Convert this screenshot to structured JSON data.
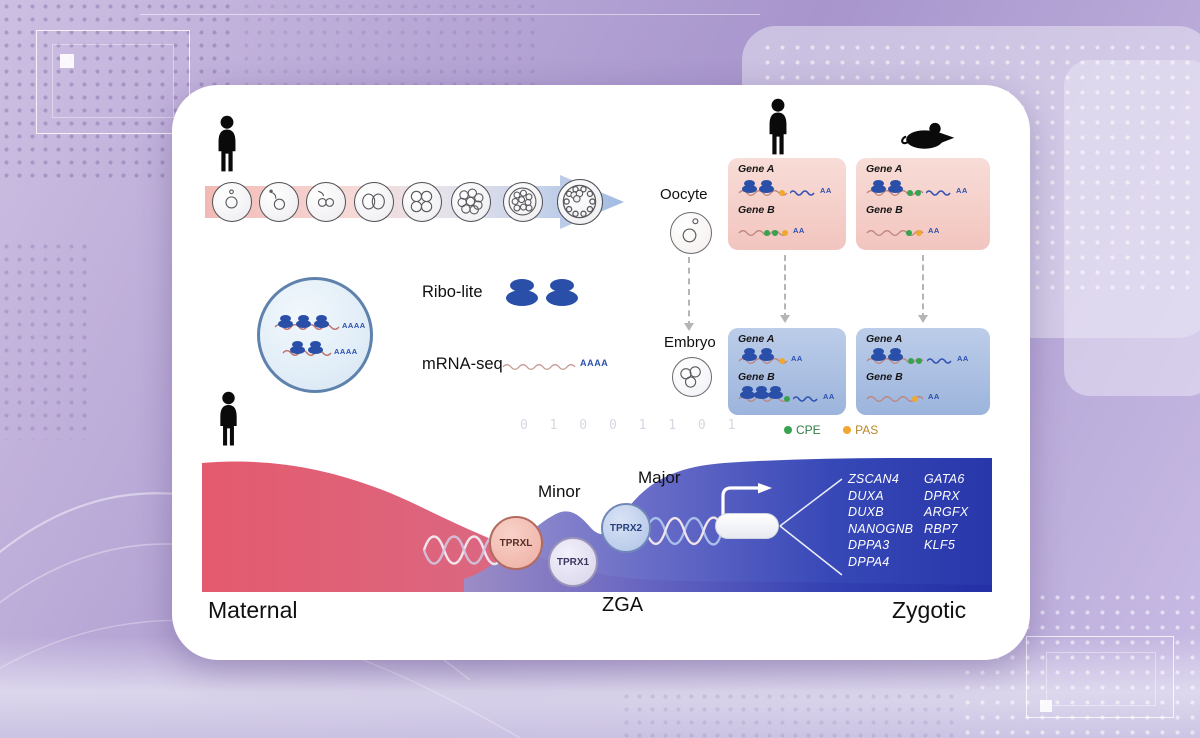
{
  "labels": {
    "ribo_lite": "Ribo-lite",
    "mrna_seq": "mRNA-seq",
    "oocyte": "Oocyte",
    "embryo": "Embryo",
    "gene_a": "Gene A",
    "gene_b": "Gene B",
    "cpe": "CPE",
    "pas": "PAS",
    "minor": "Minor",
    "major": "Major",
    "zga": "ZGA",
    "maternal": "Maternal",
    "zygotic": "Zygotic"
  },
  "factors": {
    "tprxl": "TPRXL",
    "tprx1": "TPRX1",
    "tprx2": "TPRX2"
  },
  "zga_genes": {
    "col1": [
      "ZSCAN4",
      "DUXA",
      "DUXB",
      "NANOGNB",
      "DPPA3",
      "DPPA4"
    ],
    "col2": [
      "GATA6",
      "DPRX",
      "ARGFX",
      "RBP7",
      "KLF5"
    ]
  },
  "polya": {
    "tail_short": "AA",
    "tail": "AAAA"
  },
  "icons": {
    "human": "human-silhouette",
    "mouse": "mouse-silhouette",
    "ribosome": "ribosome",
    "cpe": "green-dot",
    "pas": "orange-dot",
    "dna": "dna-helix",
    "transcription_arrow": "transcription-start-arrow",
    "development_arrow": "embryo-stage-arrow"
  },
  "colors": {
    "ribosome": "#2a4fa8",
    "cpe_green": "#35a34f",
    "pas_orange": "#f0a832",
    "maternal_red": "#e25b6e",
    "zygotic_blue": "#1b2ba6",
    "panel_pink": "#f3c9c3",
    "panel_blue": "#acc0e4"
  },
  "decor": {
    "binary": "0 1 0 0 1 1 0 1"
  }
}
